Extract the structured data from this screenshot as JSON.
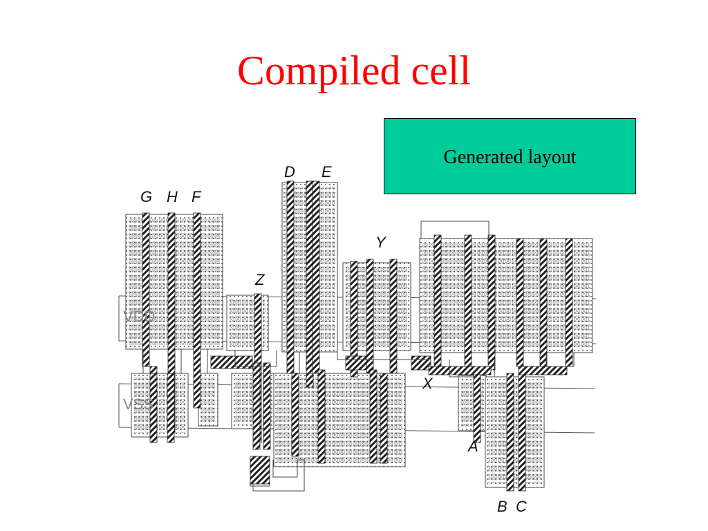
{
  "slide": {
    "title": "Compiled cell"
  },
  "callout": {
    "text": "Generated layout",
    "color": "#00cc99"
  },
  "diagram": {
    "pin_labels": [
      "G",
      "H",
      "F",
      "D",
      "E",
      "Z",
      "Y",
      "X",
      "A",
      "B",
      "C"
    ],
    "rail_labels": [
      "VDD",
      "VSS"
    ]
  }
}
